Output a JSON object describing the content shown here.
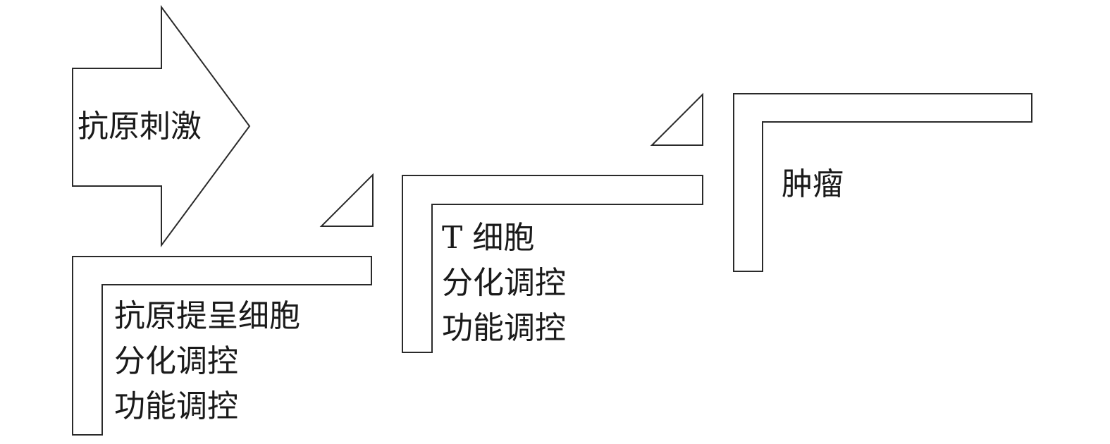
{
  "arrow": {
    "text": "抗原刺激"
  },
  "stages": [
    {
      "lines": [
        "抗原提呈细胞",
        "分化调控",
        "功能调控"
      ]
    },
    {
      "lines": [
        "T 细胞",
        "分化调控",
        "功能调控"
      ]
    },
    {
      "lines": [
        "肿瘤"
      ]
    }
  ],
  "colors": {
    "stroke": "#2a2a2a",
    "text": "#1a1a1a",
    "background": "#ffffff"
  }
}
